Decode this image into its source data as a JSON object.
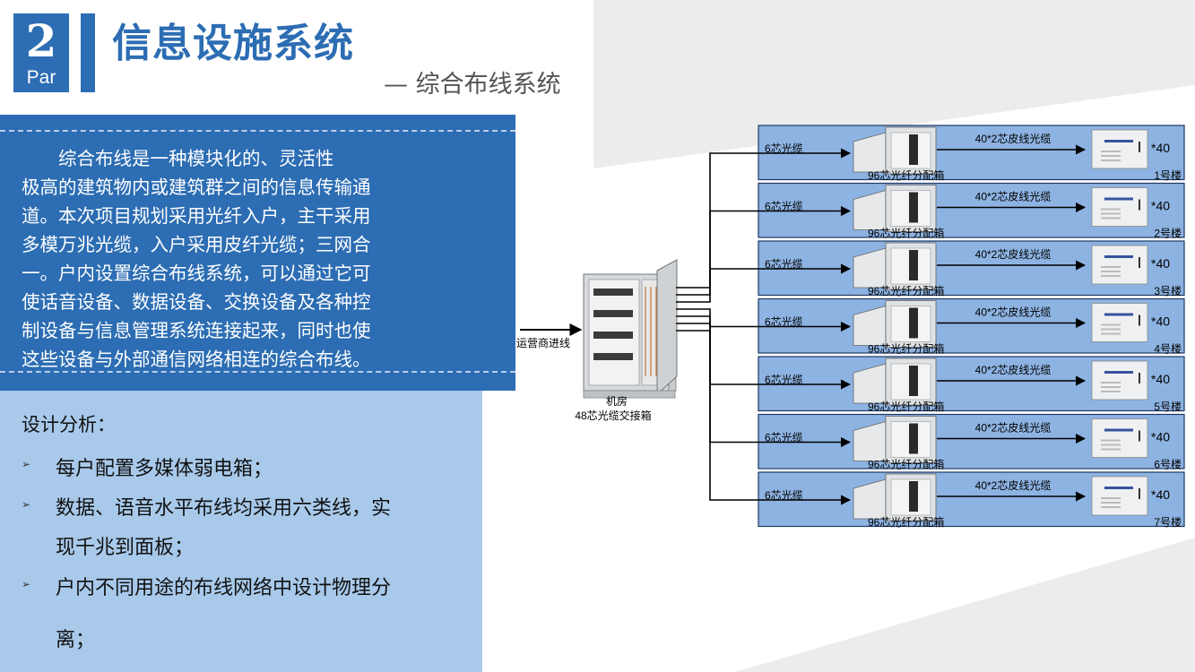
{
  "header": {
    "part_number": "2",
    "part_label": "Par",
    "title": "信息设施系统",
    "subtitle": "— 综合布线系统"
  },
  "intro": {
    "lines": [
      "　　综合布线是一种模块化的、灵活性",
      "极高的建筑物内或建筑群之间的信息传输通",
      "道。本次项目规划采用光纤入户，主干采用",
      "多模万兆光缆，入户采用皮纤光缆；三网合",
      "一。户内设置综合布线系统，可以通过它可",
      "使话音设备、数据设备、交换设备及各种控",
      "制设备与信息管理系统连接起来，同时也使",
      "这些设备与外部通信网络相连的综合布线。"
    ]
  },
  "analysis": {
    "title": "设计分析：",
    "bullet": "➢",
    "items": [
      "每户配置多媒体弱电箱；",
      "数据、语音水平布线均采用六类线，实",
      "现千兆到面板；",
      "户内不同用途的布线网络中设计物理分",
      "离；"
    ]
  },
  "diagram": {
    "inlet_label": "运营商进线",
    "cabinet_label_1": "机房",
    "cabinet_label_2": "48芯光缆交接箱",
    "floors": [
      {
        "cable": "6芯光缆",
        "box": "96芯光纤分配箱",
        "drop": "40*2芯皮线光缆",
        "count": "*40",
        "building": "1号楼"
      },
      {
        "cable": "6芯光缆",
        "box": "96芯光纤分配箱",
        "drop": "40*2芯皮线光缆",
        "count": "*40",
        "building": "2号楼"
      },
      {
        "cable": "6芯光缆",
        "box": "96芯光纤分配箱",
        "drop": "40*2芯皮线光缆",
        "count": "*40",
        "building": "3号楼"
      },
      {
        "cable": "6芯光缆",
        "box": "96芯光纤分配箱",
        "drop": "40*2芯皮线光缆",
        "count": "*40",
        "building": "4号楼"
      },
      {
        "cable": "6芯光缆",
        "box": "96芯光纤分配箱",
        "drop": "40*2芯皮线光缆",
        "count": "*40",
        "building": "5号楼"
      },
      {
        "cable": "6芯光缆",
        "box": "96芯光纤分配箱",
        "drop": "40*2芯皮线光缆",
        "count": "*40",
        "building": "6号楼"
      },
      {
        "cable": "6芯光缆",
        "box": "96芯光纤分配箱",
        "drop": "40*2芯皮线光缆",
        "count": "*40",
        "building": "7号楼"
      }
    ],
    "colors": {
      "row_fill": "#8db3e2",
      "row_stroke": "#1f3864",
      "primary": "#2c6db3",
      "light": "#a8c9ea"
    }
  }
}
